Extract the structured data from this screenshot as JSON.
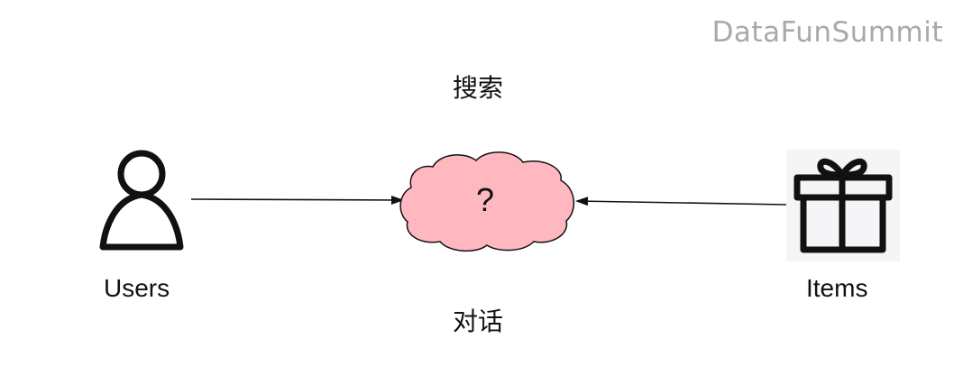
{
  "watermark": "DataFunSummit",
  "labels": {
    "top": "搜索",
    "bottom": "对话",
    "users": "Users",
    "items": "Items",
    "cloud_symbol": "?"
  },
  "icons": {
    "users": "user-icon",
    "items": "gift-icon",
    "center": "cloud-shape"
  },
  "colors": {
    "cloud_fill": "#ffb8bf",
    "stroke": "#111111",
    "watermark": "#a9a9a9"
  }
}
